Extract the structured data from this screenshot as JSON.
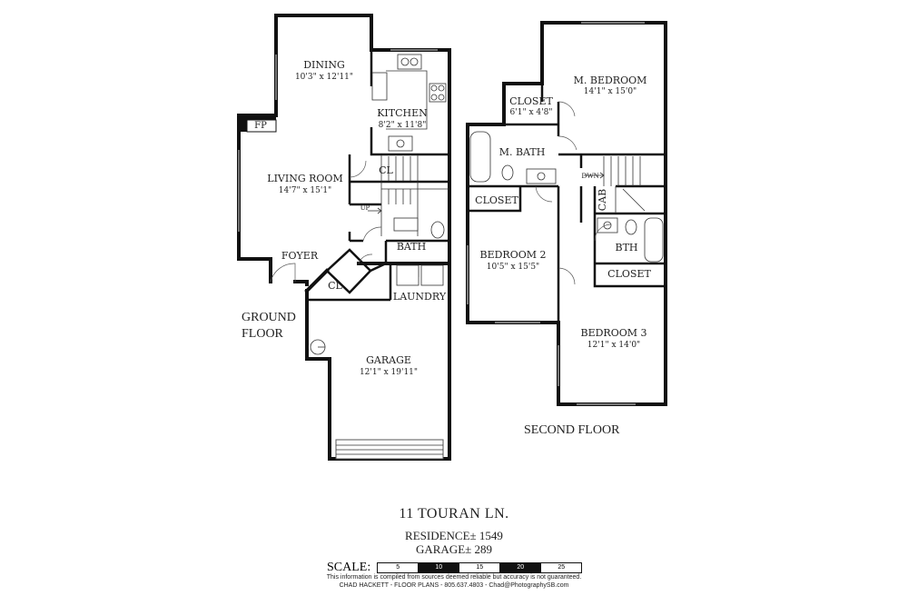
{
  "ground_floor": {
    "title_line1": "GROUND",
    "title_line2": "FLOOR",
    "rooms": {
      "dining": {
        "name": "DINING",
        "dims": "10'3\" x 12'11\""
      },
      "kitchen": {
        "name": "KITCHEN",
        "dims": "8'2\" x 11'8\""
      },
      "living": {
        "name": "LIVING ROOM",
        "dims": "14'7\" x 15'1\""
      },
      "fp": {
        "name": "FP"
      },
      "cl1": {
        "name": "CL"
      },
      "cl2": {
        "name": "CL"
      },
      "foyer": {
        "name": "FOYER"
      },
      "bath": {
        "name": "BATH"
      },
      "laundry": {
        "name": "LAUNDRY"
      },
      "garage": {
        "name": "GARAGE",
        "dims": "12'1\" x 19'11\""
      },
      "up": {
        "name": "UP"
      }
    }
  },
  "second_floor": {
    "title": "SECOND FLOOR",
    "rooms": {
      "closet1": {
        "name": "CLOSET",
        "dims": "6'1\" x 4'8\""
      },
      "mbed": {
        "name": "M. BEDROOM",
        "dims": "14'1\" x 15'0\""
      },
      "mbath": {
        "name": "M. BATH"
      },
      "closet2": {
        "name": "CLOSET"
      },
      "dwn": {
        "name": "DWN"
      },
      "cab": {
        "name": "CAB"
      },
      "bth": {
        "name": "BTH"
      },
      "closet3": {
        "name": "CLOSET"
      },
      "bed2": {
        "name": "BEDROOM 2",
        "dims": "10'5\" x 15'5\""
      },
      "bed3": {
        "name": "BEDROOM 3",
        "dims": "12'1\" x 14'0\""
      }
    }
  },
  "footer": {
    "address": "11 TOURAN LN.",
    "residence": "RESIDENCE± 1549",
    "garage": "GARAGE± 289",
    "scale_label": "SCALE:",
    "scale_values": [
      "5",
      "10",
      "15",
      "20",
      "25"
    ],
    "disclaimer": "This information is compiled from sources deemed reliable but accuracy is not guaranteed.",
    "credit": "CHAD HACKETT - FLOOR PLANS - 805.637.4803 - Chad@PhotographySB.com"
  }
}
